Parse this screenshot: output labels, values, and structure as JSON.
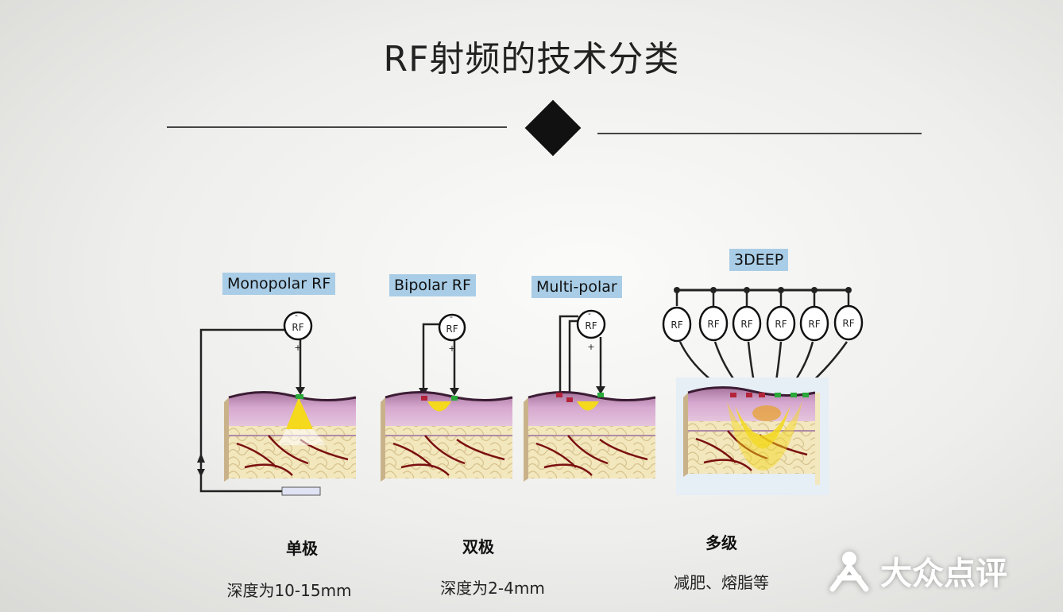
{
  "title": "RF射频的技术分类",
  "panels": [
    {
      "label": "Monopolar  RF",
      "caption": "单极",
      "detail": "深度为10-15mm"
    },
    {
      "label": "Bipolar  RF",
      "caption": "双极",
      "detail": "深度为2-4mm"
    },
    {
      "label": "Multi-polar",
      "caption": "多级",
      "detail": "减肥、熔脂等"
    },
    {
      "label": "3DEEP"
    }
  ],
  "rf_label": "RF",
  "watermark": "大众点评",
  "colors": {
    "tag_bg": "#a9cde6",
    "skin": "#c99bc5",
    "fat": "#f1e4b6",
    "energy": "#f4d91c"
  },
  "icons": [
    "diamond-divider-icon",
    "rf-electrode-icon",
    "skin-cross-section-icon",
    "dianping-logo-icon"
  ]
}
